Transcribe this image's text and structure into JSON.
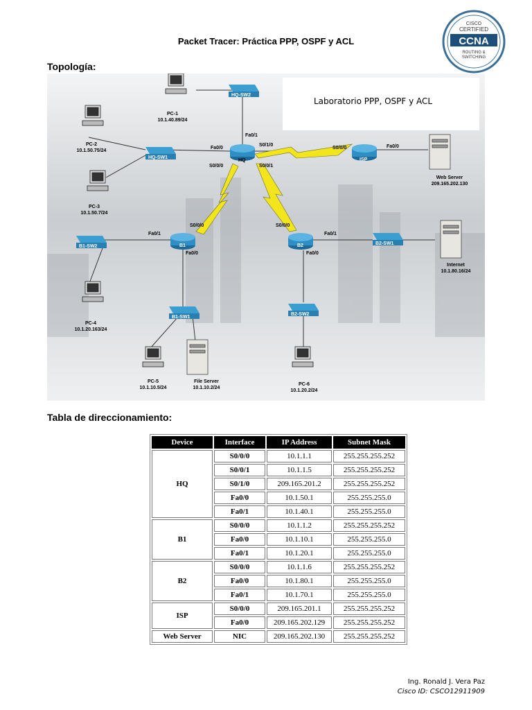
{
  "header": {
    "title": "Packet Tracer: Práctica PPP, OSPF y ACL",
    "logo": {
      "top": "CISCO",
      "sub": "CERTIFIED",
      "main": "CCNA",
      "foot1": "ROUTING &",
      "foot2": "SWITCHING"
    }
  },
  "sections": {
    "topology": "Topología:",
    "addressing": "Tabla de direccionamiento:"
  },
  "topology": {
    "lab_box": "Laboratorio PPP, OSPF y ACL",
    "switches": {
      "hq_sw2": "HQ-SW2",
      "hq_sw1": "HQ-SW1",
      "b1_sw2": "B1-SW2",
      "b1_sw1": "B1-SW1",
      "b2_sw1": "B2-SW1",
      "b2_sw2": "B2-SW2"
    },
    "routers": {
      "hq": "HQ",
      "isp": "ISP",
      "b1": "B1",
      "b2": "B2"
    },
    "hosts": {
      "pc1": {
        "name": "PC-1",
        "ip": "10.1.40.89/24"
      },
      "pc2": {
        "name": "PC-2",
        "ip": "10.1.50.75/24"
      },
      "pc3": {
        "name": "PC-3",
        "ip": "10.1.50.7/24"
      },
      "pc4": {
        "name": "PC-4",
        "ip": "10.1.20.163/24"
      },
      "pc5": {
        "name": "PC-5",
        "ip": "10.1.10.5/24"
      },
      "pc6": {
        "name": "PC-6",
        "ip": "10.1.20.2/24"
      },
      "file_server": {
        "name": "File Server",
        "ip": "10.1.10.2/24"
      },
      "web_server": {
        "name": "Web Server",
        "ip": "209.165.202.130"
      },
      "internet": {
        "name": "Internet",
        "ip": "10.1.80.16/24"
      }
    },
    "interfaces": {
      "hq_fa01": "Fa0/1",
      "hq_fa00": "Fa0/0",
      "hq_s010": "S0/1/0",
      "hq_s000": "S0/0/0",
      "hq_s001": "S0/0/1",
      "isp_s000": "S0/0/0",
      "isp_fa00": "Fa0/0",
      "b1_s000": "S0/0/0",
      "b1_fa01": "Fa0/1",
      "b1_fa00": "Fa0/0",
      "b2_s000": "S0/0/0",
      "b2_fa01": "Fa0/1",
      "b2_fa00": "Fa0/0"
    }
  },
  "table": {
    "headers": [
      "Device",
      "Interface",
      "IP Address",
      "Subnet Mask"
    ],
    "groups": [
      {
        "device": "HQ",
        "rows": [
          [
            "S0/0/0",
            "10.1.1.1",
            "255.255.255.252"
          ],
          [
            "S0/0/1",
            "10.1.1.5",
            "255.255.255.252"
          ],
          [
            "S0/1/0",
            "209.165.201.2",
            "255.255.255.252"
          ],
          [
            "Fa0/0",
            "10.1.50.1",
            "255.255.255.0"
          ],
          [
            "Fa0/1",
            "10.1.40.1",
            "255.255.255.0"
          ]
        ]
      },
      {
        "device": "B1",
        "rows": [
          [
            "S0/0/0",
            "10.1.1.2",
            "255.255.255.252"
          ],
          [
            "Fa0/0",
            "10.1.10.1",
            "255.255.255.0"
          ],
          [
            "Fa0/1",
            "10.1.20.1",
            "255.255.255.0"
          ]
        ]
      },
      {
        "device": "B2",
        "rows": [
          [
            "S0/0/0",
            "10.1.1.6",
            "255.255.255.252"
          ],
          [
            "Fa0/0",
            "10.1.80.1",
            "255.255.255.0"
          ],
          [
            "Fa0/1",
            "10.1.70.1",
            "255.255.255.0"
          ]
        ]
      },
      {
        "device": "ISP",
        "rows": [
          [
            "S0/0/0",
            "209.165.201.1",
            "255.255.255.252"
          ],
          [
            "Fa0/0",
            "209.165.202.129",
            "255.255.255.252"
          ]
        ]
      },
      {
        "device": "Web Server",
        "rows": [
          [
            "NIC",
            "209.165.202.130",
            "255.255.255.252"
          ]
        ]
      }
    ]
  },
  "footer": {
    "author": "Ing. Ronald J. Vera Paz",
    "cisco_id": "Cisco ID: CSCO12911909"
  },
  "colors": {
    "switch": "#3a9fd0",
    "router": "#2f8fc4",
    "serial_link": "#f2e51c",
    "bg_dark": "#3b434c"
  }
}
